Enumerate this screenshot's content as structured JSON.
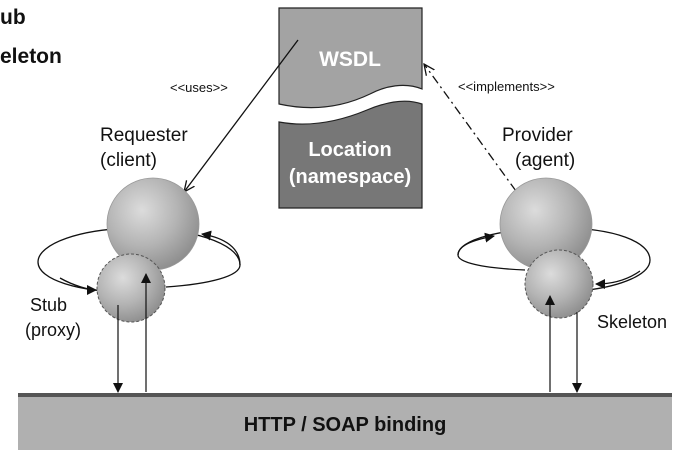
{
  "corner_text": {
    "line1": "ub",
    "line2": "eleton"
  },
  "wsdl_box": {
    "title": "WSDL",
    "color": "#a3a3a3"
  },
  "location_box": {
    "line1": "Location",
    "line2": "(namespace)",
    "color": "#777777"
  },
  "relations": {
    "uses": "<<uses>>",
    "implements": "<<implements>>"
  },
  "requester": {
    "line1": "Requester",
    "line2": "(client)"
  },
  "provider": {
    "line1": "Provider",
    "line2": "(agent)"
  },
  "stub": {
    "line1": "Stub",
    "line2": "(proxy)"
  },
  "skeleton": {
    "label": "Skeleton"
  },
  "binding_bar": {
    "label": "HTTP / SOAP binding",
    "color": "#b0b0b0"
  }
}
